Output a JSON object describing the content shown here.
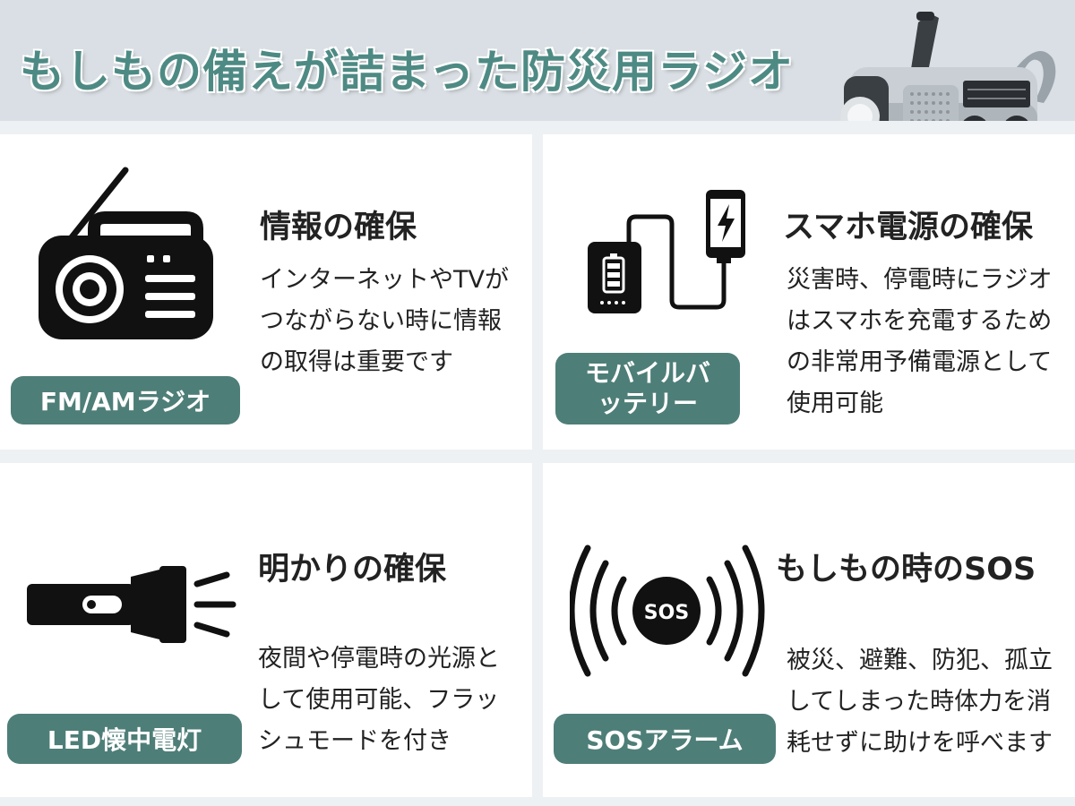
{
  "header": {
    "title": "もしもの備えが詰まった防災用ラジオ",
    "bg_color": "#d9dfe4",
    "title_color": "#4e8a84"
  },
  "accent_color": "#4e7e78",
  "features": [
    {
      "title": "情報の確保",
      "description": "インターネットやTVが\nつながらない時に情報\nの取得は重要です",
      "badge": "FM/AMラジオ",
      "icon": "radio-icon"
    },
    {
      "title": "スマホ電源の確保",
      "description": "災害時、停電時にラジオ\nはスマホを充電するため\nの非常用予備電源として\n使用可能",
      "badge": "モバイルバ\nッテリー",
      "icon": "battery-phone-icon"
    },
    {
      "title": "明かりの確保",
      "description": "夜間や停電時の光源と\nして使用可能、フラッ\nシュモードを付き",
      "badge": "LED懐中電灯",
      "icon": "flashlight-icon"
    },
    {
      "title": "もしもの時のSOS",
      "description": "被災、避難、防犯、孤立\nしてしまった時体力を消\n耗せずに助けを呼べます",
      "badge": "SOSアラーム",
      "icon": "sos-alarm-icon",
      "icon_label": "SOS"
    }
  ]
}
